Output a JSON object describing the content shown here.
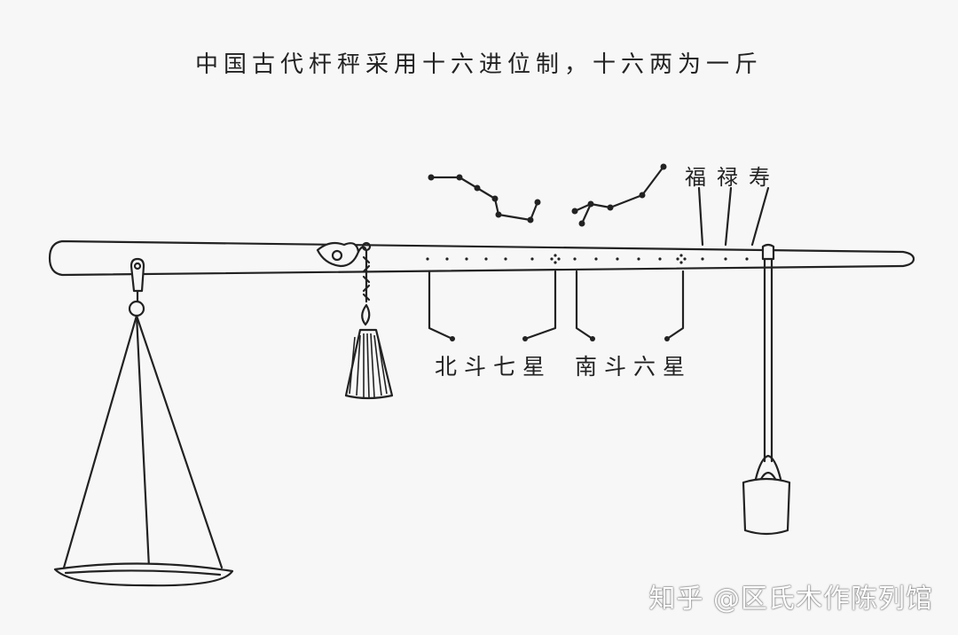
{
  "title": "中国古代杆秤采用十六进位制，十六两为一斤",
  "labels": {
    "fu_lu_shou": "福禄寿",
    "beidou": "北斗七星",
    "nandou": "南斗六星"
  },
  "watermark": "知乎 @区氏木作陈列馆"
}
